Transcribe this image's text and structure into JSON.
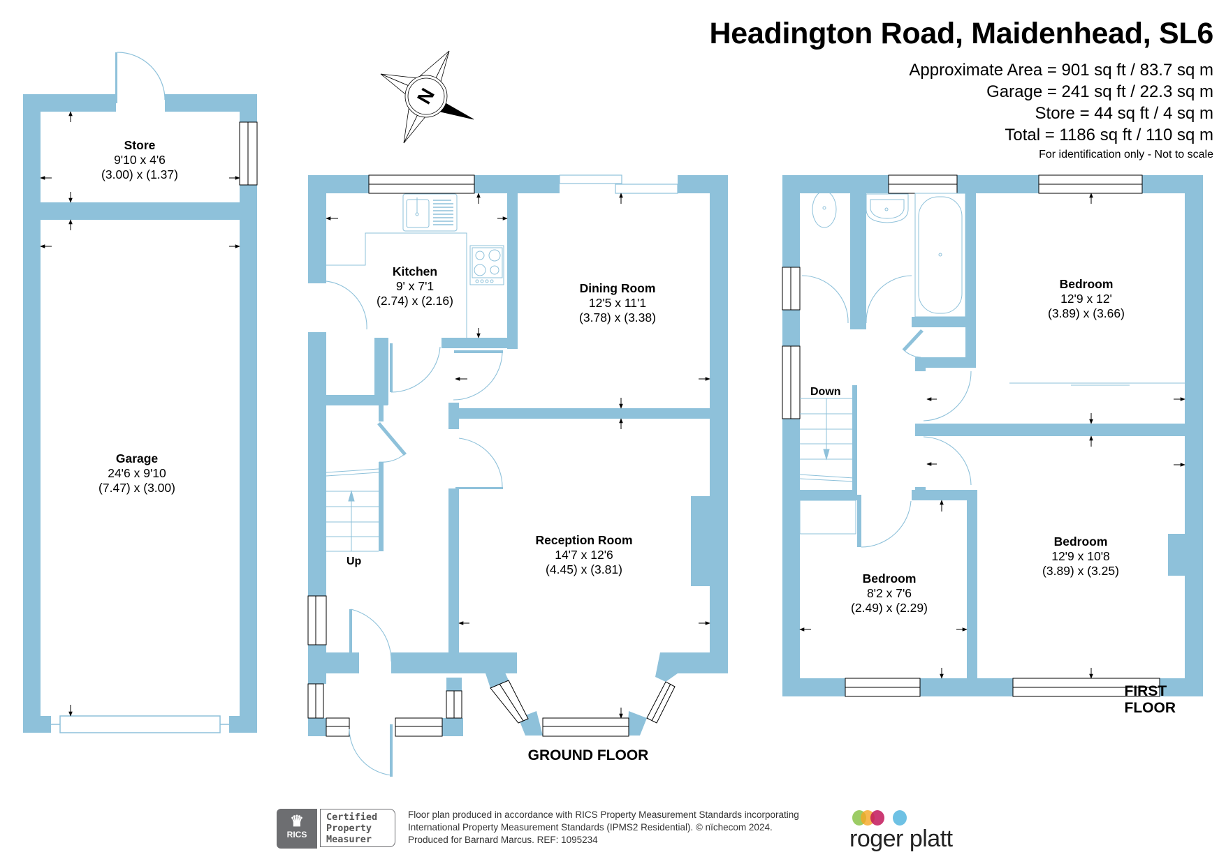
{
  "header": {
    "title": "Headington Road, Maidenhead, SL6",
    "areas": [
      "Approximate Area = 901 sq ft / 83.7 sq m",
      "Garage = 241 sq ft / 22.3 sq m",
      "Store = 44 sq ft / 4 sq m",
      "Total = 1186 sq ft / 110 sq m"
    ],
    "note": "For identification only - Not to scale"
  },
  "compass": {
    "label": "N",
    "icon": "compass-north-icon"
  },
  "colors": {
    "wall": "#8ec1da",
    "fixture_line": "#8ec1da",
    "text": "#000000"
  },
  "floors": {
    "outbuildings": {
      "rooms": [
        {
          "name": "Store",
          "imperial": "9'10 x 4'6",
          "metric": "(3.00) x (1.37)"
        },
        {
          "name": "Garage",
          "imperial": "24'6 x 9'10",
          "metric": "(7.47) x (3.00)"
        }
      ]
    },
    "ground": {
      "label": "GROUND FLOOR",
      "stairs_label": "Up",
      "rooms": [
        {
          "name": "Kitchen",
          "imperial": "9' x 7'1",
          "metric": "(2.74) x (2.16)"
        },
        {
          "name": "Dining Room",
          "imperial": "12'5 x 11'1",
          "metric": "(3.78) x (3.38)"
        },
        {
          "name": "Reception Room",
          "imperial": "14'7 x 12'6",
          "metric": "(4.45) x (3.81)"
        }
      ]
    },
    "first": {
      "label": "FIRST FLOOR",
      "stairs_label": "Down",
      "rooms": [
        {
          "name": "Bedroom",
          "imperial": "12'9 x 12'",
          "metric": "(3.89) x (3.66)"
        },
        {
          "name": "Bedroom",
          "imperial": "12'9 x 10'8",
          "metric": "(3.89) x (3.25)"
        },
        {
          "name": "Bedroom",
          "imperial": "8'2 x 7'6",
          "metric": "(2.49) x (2.29)"
        }
      ]
    }
  },
  "footer": {
    "rics_mark": "RICS",
    "rics_cert": [
      "Certified",
      "Property",
      "Measurer"
    ],
    "disclaimer": [
      "Floor plan produced in accordance with RICS Property Measurement Standards incorporating",
      "International Property Measurement Standards (IPMS2 Residential).   © nïchecom 2024.",
      "Produced for Barnard Marcus.   REF:  1095234"
    ],
    "brand": "roger platt",
    "brand_dots": [
      "#8bc34a",
      "#f5a623",
      "#c2185b",
      "#6ec1e4"
    ]
  }
}
